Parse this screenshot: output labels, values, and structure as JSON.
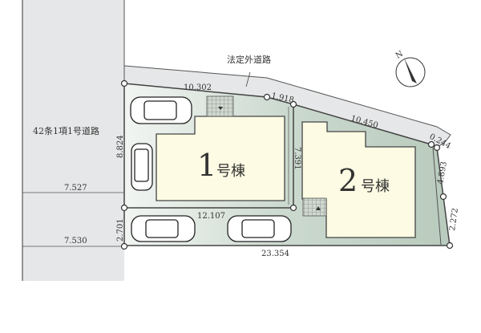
{
  "roads": {
    "main_road": "42条1項1号道路",
    "side_road": "法定外道路"
  },
  "buildings": [
    {
      "number": "1",
      "suffix": "号棟"
    },
    {
      "number": "2",
      "suffix": "号棟"
    }
  ],
  "dimensions": {
    "top_left": "10.302",
    "top_mid": "1.918",
    "top_right": "10.450",
    "corner": "0.244",
    "right_upper": "4.893",
    "right_lower": "2.272",
    "bottom": "23.354",
    "left_upper": "8.824",
    "left_lower": "2.701",
    "divider_h": "12.107",
    "divider_v": "7.391",
    "road_width_upper": "7.527",
    "road_width_lower": "7.530"
  },
  "compass": {
    "label": "N"
  },
  "colors": {
    "road": "#e6e7e8",
    "lot": "#c9d6cc",
    "building": "#fdfbe3",
    "line": "#444444"
  }
}
